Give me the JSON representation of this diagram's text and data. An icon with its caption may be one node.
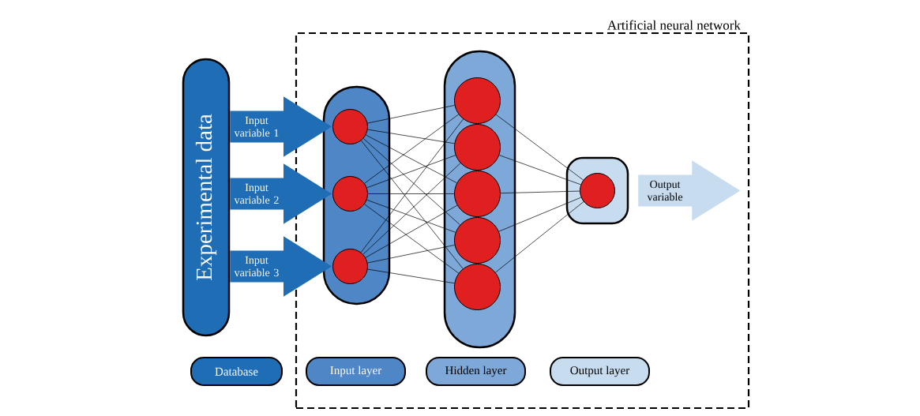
{
  "diagram": {
    "nodes": [
      {
        "text": [
          "Artificial neural network"
        ]
      },
      {
        "text": [
          "Experimental data"
        ]
      },
      {
        "text": [],
        "shape": "box",
        "in": 0
      },
      {
        "text": [],
        "shape": "circle",
        "in": 2
      },
      {
        "text": [],
        "shape": "circle",
        "in": 2
      },
      {
        "text": [],
        "shape": "circle",
        "in": 2
      },
      {
        "text": [],
        "shape": "box",
        "in": 0
      },
      {
        "text": [],
        "shape": "circle",
        "in": 6
      },
      {
        "text": [],
        "shape": "circle",
        "in": 6
      },
      {
        "text": [],
        "shape": "circle",
        "in": 6
      },
      {
        "text": [],
        "shape": "circle",
        "in": 6
      },
      {
        "text": [],
        "shape": "circle",
        "in": 6
      },
      {
        "text": [],
        "shape": "box",
        "in": 0
      },
      {
        "text": [],
        "shape": "circle",
        "in": 12
      }
    ],
    "edges": [
      {
        "from": 1,
        "to": 3,
        "arrow": "to",
        "label": "Input variable 1",
        "style": "thick",
        "color": "#1f6db5"
      },
      {
        "from": 1,
        "to": 4,
        "arrow": "to",
        "label": "Input variable 2",
        "style": "thick",
        "color": "#1f6db5"
      },
      {
        "from": 1,
        "to": 5,
        "arrow": "to",
        "label": "Input variable 3",
        "style": "thick",
        "color": "#1f6db5"
      },
      {
        "from": 3,
        "to": 7,
        "arrow": "none"
      },
      {
        "from": 3,
        "to": 8,
        "arrow": "none"
      },
      {
        "from": 3,
        "to": 9,
        "arrow": "none"
      },
      {
        "from": 3,
        "to": 10,
        "arrow": "none"
      },
      {
        "from": 3,
        "to": 11,
        "arrow": "none"
      },
      {
        "from": 4,
        "to": 7,
        "arrow": "none"
      },
      {
        "from": 4,
        "to": 8,
        "arrow": "none"
      },
      {
        "from": 4,
        "to": 9,
        "arrow": "none"
      },
      {
        "from": 4,
        "to": 10,
        "arrow": "none"
      },
      {
        "from": 4,
        "to": 11,
        "arrow": "none"
      },
      {
        "from": 5,
        "to": 7,
        "arrow": "none"
      },
      {
        "from": 5,
        "to": 8,
        "arrow": "none"
      },
      {
        "from": 5,
        "to": 9,
        "arrow": "none"
      },
      {
        "from": 5,
        "to": 10,
        "arrow": "none"
      },
      {
        "from": 5,
        "to": 11,
        "arrow": "none"
      },
      {
        "from": 7,
        "to": 13,
        "arrow": "none"
      },
      {
        "from": 8,
        "to": 13,
        "arrow": "none"
      },
      {
        "from": 9,
        "to": 13,
        "arrow": "none"
      },
      {
        "from": 10,
        "to": 13,
        "arrow": "none"
      },
      {
        "from": 11,
        "to": 13,
        "arrow": "none"
      },
      {
        "from": 12,
        "to": null,
        "arrow": "to",
        "label": "Output variable",
        "style": "thick",
        "color": "#c8dcf0"
      }
    ],
    "legend": [
      {
        "text": "Database",
        "color": "#1f6db5"
      },
      {
        "text": "Input layer",
        "color": "#4f86c6"
      },
      {
        "text": "Hidden layer",
        "color": "#7ea8d8"
      },
      {
        "text": "Output layer",
        "color": "#c8dcf0"
      }
    ]
  }
}
